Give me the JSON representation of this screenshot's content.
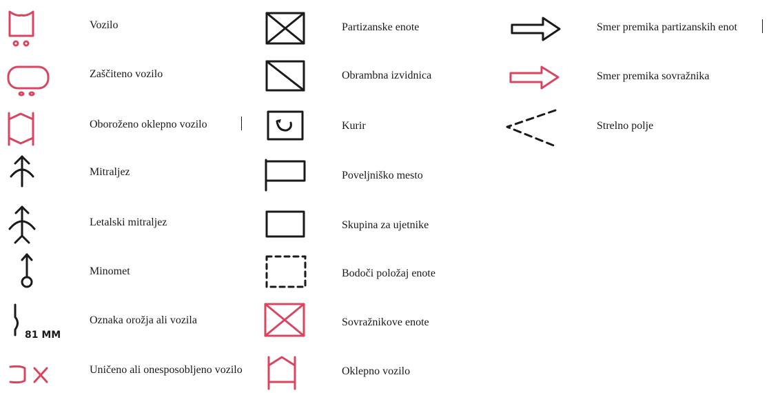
{
  "legend": {
    "column1": [
      {
        "id": "vozilo",
        "label": "Vozilo",
        "icon": "vehicle-icon",
        "color": "#d9455f"
      },
      {
        "id": "zasciteno-vozilo",
        "label": "Zaščiteno vozilo",
        "icon": "protected-vehicle-icon",
        "color": "#d9455f"
      },
      {
        "id": "oborozeno-oklepno-vozilo",
        "label": "Oboroženo oklepno vozilo",
        "icon": "armed-armored-vehicle-icon",
        "color": "#d9455f"
      },
      {
        "id": "mitraljez",
        "label": "Mitraljez",
        "icon": "machine-gun-icon",
        "color": "#1a1a1a"
      },
      {
        "id": "letalski-mitraljez",
        "label": "Letalski mitraljez",
        "icon": "aircraft-machine-gun-icon",
        "color": "#1a1a1a"
      },
      {
        "id": "minomet",
        "label": "Minomet",
        "icon": "mortar-icon",
        "color": "#1a1a1a"
      },
      {
        "id": "oznaka-orozja",
        "label": "Oznaka orožja ali vozila",
        "icon": "weapon-marking-icon",
        "color": "#1a1a1a",
        "symbol_text": "81 MM"
      },
      {
        "id": "uniceno-vozilo",
        "label": "Uničeno ali onesposobljeno vozilo",
        "icon": "destroyed-vehicle-icon",
        "color": "#d9455f"
      }
    ],
    "column2": [
      {
        "id": "partizanske-enote",
        "label": "Partizanske enote",
        "icon": "partisan-units-icon",
        "color": "#1a1a1a"
      },
      {
        "id": "obrambna-izvidnica",
        "label": "Obrambna izvidnica",
        "icon": "defensive-reconnaissance-icon",
        "color": "#1a1a1a"
      },
      {
        "id": "kurir",
        "label": "Kurir",
        "icon": "courier-icon",
        "color": "#1a1a1a"
      },
      {
        "id": "poveljnisko-mesto",
        "label": "Poveljniško mesto",
        "icon": "command-post-icon",
        "color": "#1a1a1a"
      },
      {
        "id": "skupina-za-ujetnike",
        "label": "Skupina za ujetnike",
        "icon": "prisoner-group-icon",
        "color": "#1a1a1a"
      },
      {
        "id": "bodoci-polozaj",
        "label": "Bodoči položaj enote",
        "icon": "future-position-icon",
        "color": "#1a1a1a"
      },
      {
        "id": "sovraznikove-enote",
        "label": "Sovražnikove enote",
        "icon": "enemy-units-icon",
        "color": "#d9455f"
      },
      {
        "id": "oklepno-vozilo",
        "label": "Oklepno vozilo",
        "icon": "armored-vehicle-icon",
        "color": "#d9455f"
      }
    ],
    "column3": [
      {
        "id": "smer-partizanskih",
        "label": "Smer premika partizanskih enot",
        "icon": "partisan-movement-arrow-icon",
        "color": "#1a1a1a"
      },
      {
        "id": "smer-sovraznika",
        "label": "Smer premika sovražnika",
        "icon": "enemy-movement-arrow-icon",
        "color": "#d9455f"
      },
      {
        "id": "strelno-polje",
        "label": "Strelno polje",
        "icon": "field-of-fire-icon",
        "color": "#1a1a1a"
      }
    ]
  }
}
